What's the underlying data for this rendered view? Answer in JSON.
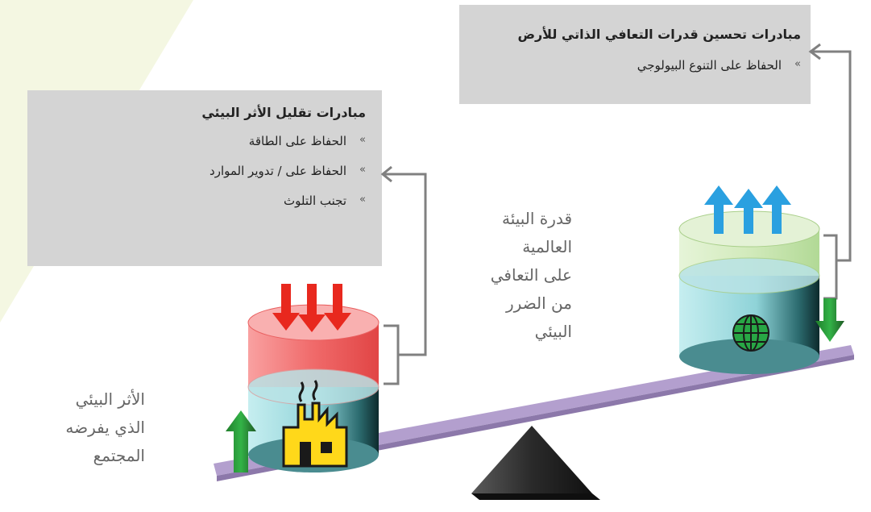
{
  "reduce_box": {
    "title": "مبادرات تقليل الأثر البيئي",
    "bullet": "»",
    "items": [
      "الحفاظ على الطاقة",
      "الحفاظ على / تدوير الموارد",
      "تجنب التلوث"
    ]
  },
  "improve_box": {
    "title": "مبادرات تحسين قدرات التعافي الذاتي للأرض",
    "bullet": "»",
    "items": [
      "الحفاظ على التنوع البيولوجي"
    ]
  },
  "labels": {
    "capacity": [
      "قدرة البيئة",
      "العالمية",
      "على التعافي",
      "من الضرر",
      "البيئي"
    ],
    "impact": [
      "الأثر البيئي",
      "الذي يفرضه",
      "المجتمع"
    ]
  },
  "colors": {
    "background_wedge": "#f4f7e2",
    "box_fill": "#d4d4d4",
    "connector": "#808080",
    "beam": "#b39fce",
    "fulcrum": "#2a2a2a",
    "red_arrows": "#e8281e",
    "blue_arrows": "#2aa0e0",
    "green_arrows": "#2d9e3a",
    "cylinder_red": "#f06a6a",
    "cylinder_teal": "#8fd3d8",
    "cylinder_green": "#cde8b4",
    "factory_icon": "#ffd81a",
    "globe_icon": "#28a745"
  },
  "icons": [
    "factory-icon",
    "globe-icon",
    "smoke-icon"
  ]
}
